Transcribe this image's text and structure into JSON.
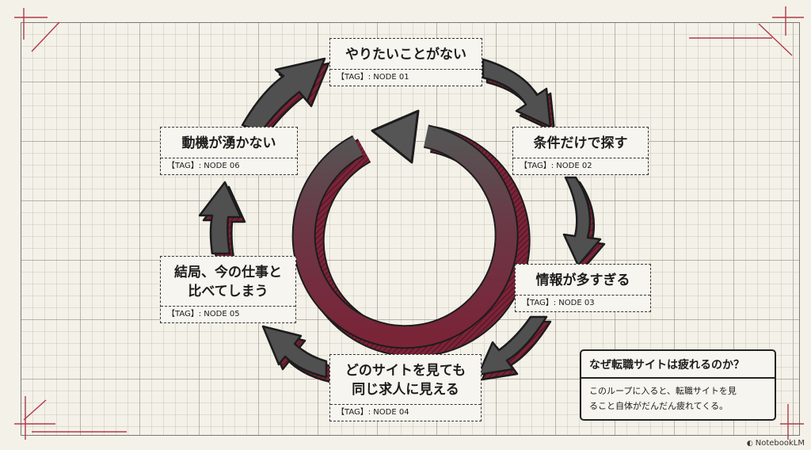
{
  "nodes": [
    {
      "id": "node-01",
      "title_lines": [
        "やりたいことがない"
      ],
      "tag": "【TAG】: NODE 01"
    },
    {
      "id": "node-02",
      "title_lines": [
        "条件だけで探す"
      ],
      "tag": "【TAG】: NODE 02"
    },
    {
      "id": "node-03",
      "title_lines": [
        "情報が多すぎる"
      ],
      "tag": "【TAG】: NODE 03"
    },
    {
      "id": "node-04",
      "title_lines": [
        "どのサイトを見ても",
        "同じ求人に見える"
      ],
      "tag": "【TAG】: NODE 04"
    },
    {
      "id": "node-05",
      "title_lines": [
        "結局、今の仕事と",
        "比べてしまう"
      ],
      "tag": "【TAG】: NODE 05"
    },
    {
      "id": "node-06",
      "title_lines": [
        "動機が湧かない"
      ],
      "tag": "【TAG】: NODE 06"
    }
  ],
  "callout": {
    "title": "なぜ転職サイトは疲れるのか？",
    "body_lines": [
      "このループに入ると、転職サイトを見",
      "ること自体がだんだん疲れてくる。"
    ]
  },
  "brand": {
    "label": "NotebookLM",
    "icon": "notebook-icon"
  },
  "colors": {
    "background": "#f4f1e8",
    "grid": "#b9b6ad",
    "arrow": "#505050",
    "accent": "#7a2438",
    "corner": "#b03a4a"
  }
}
